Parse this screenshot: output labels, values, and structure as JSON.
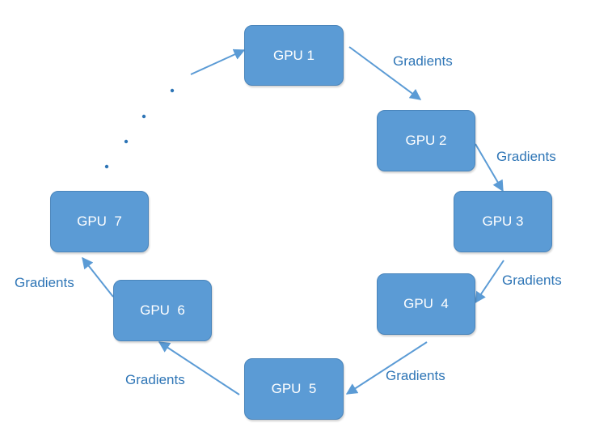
{
  "colors": {
    "node_fill": "#5b9bd5",
    "node_border": "#4a85bb",
    "node_text": "#ffffff",
    "arrow": "#5b9bd5",
    "label_text": "#2e75b6"
  },
  "nodes": [
    {
      "id": "gpu1",
      "label": "GPU 1"
    },
    {
      "id": "gpu2",
      "label": "GPU 2"
    },
    {
      "id": "gpu3",
      "label": "GPU 3"
    },
    {
      "id": "gpu4",
      "label": "GPU  4"
    },
    {
      "id": "gpu5",
      "label": "GPU  5"
    },
    {
      "id": "gpu6",
      "label": "GPU  6"
    },
    {
      "id": "gpu7",
      "label": "GPU  7"
    }
  ],
  "edges": [
    {
      "from": "gpu1",
      "to": "gpu2",
      "label": "Gradients"
    },
    {
      "from": "gpu2",
      "to": "gpu3",
      "label": "Gradients"
    },
    {
      "from": "gpu3",
      "to": "gpu4",
      "label": "Gradients"
    },
    {
      "from": "gpu4",
      "to": "gpu5",
      "label": "Gradients"
    },
    {
      "from": "gpu5",
      "to": "gpu6",
      "label": "Gradients"
    },
    {
      "from": "gpu6",
      "to": "gpu7",
      "label": "Gradients"
    },
    {
      "from": "ellipsis",
      "to": "gpu1",
      "label": ""
    }
  ],
  "ellipsis": "continuation dots"
}
